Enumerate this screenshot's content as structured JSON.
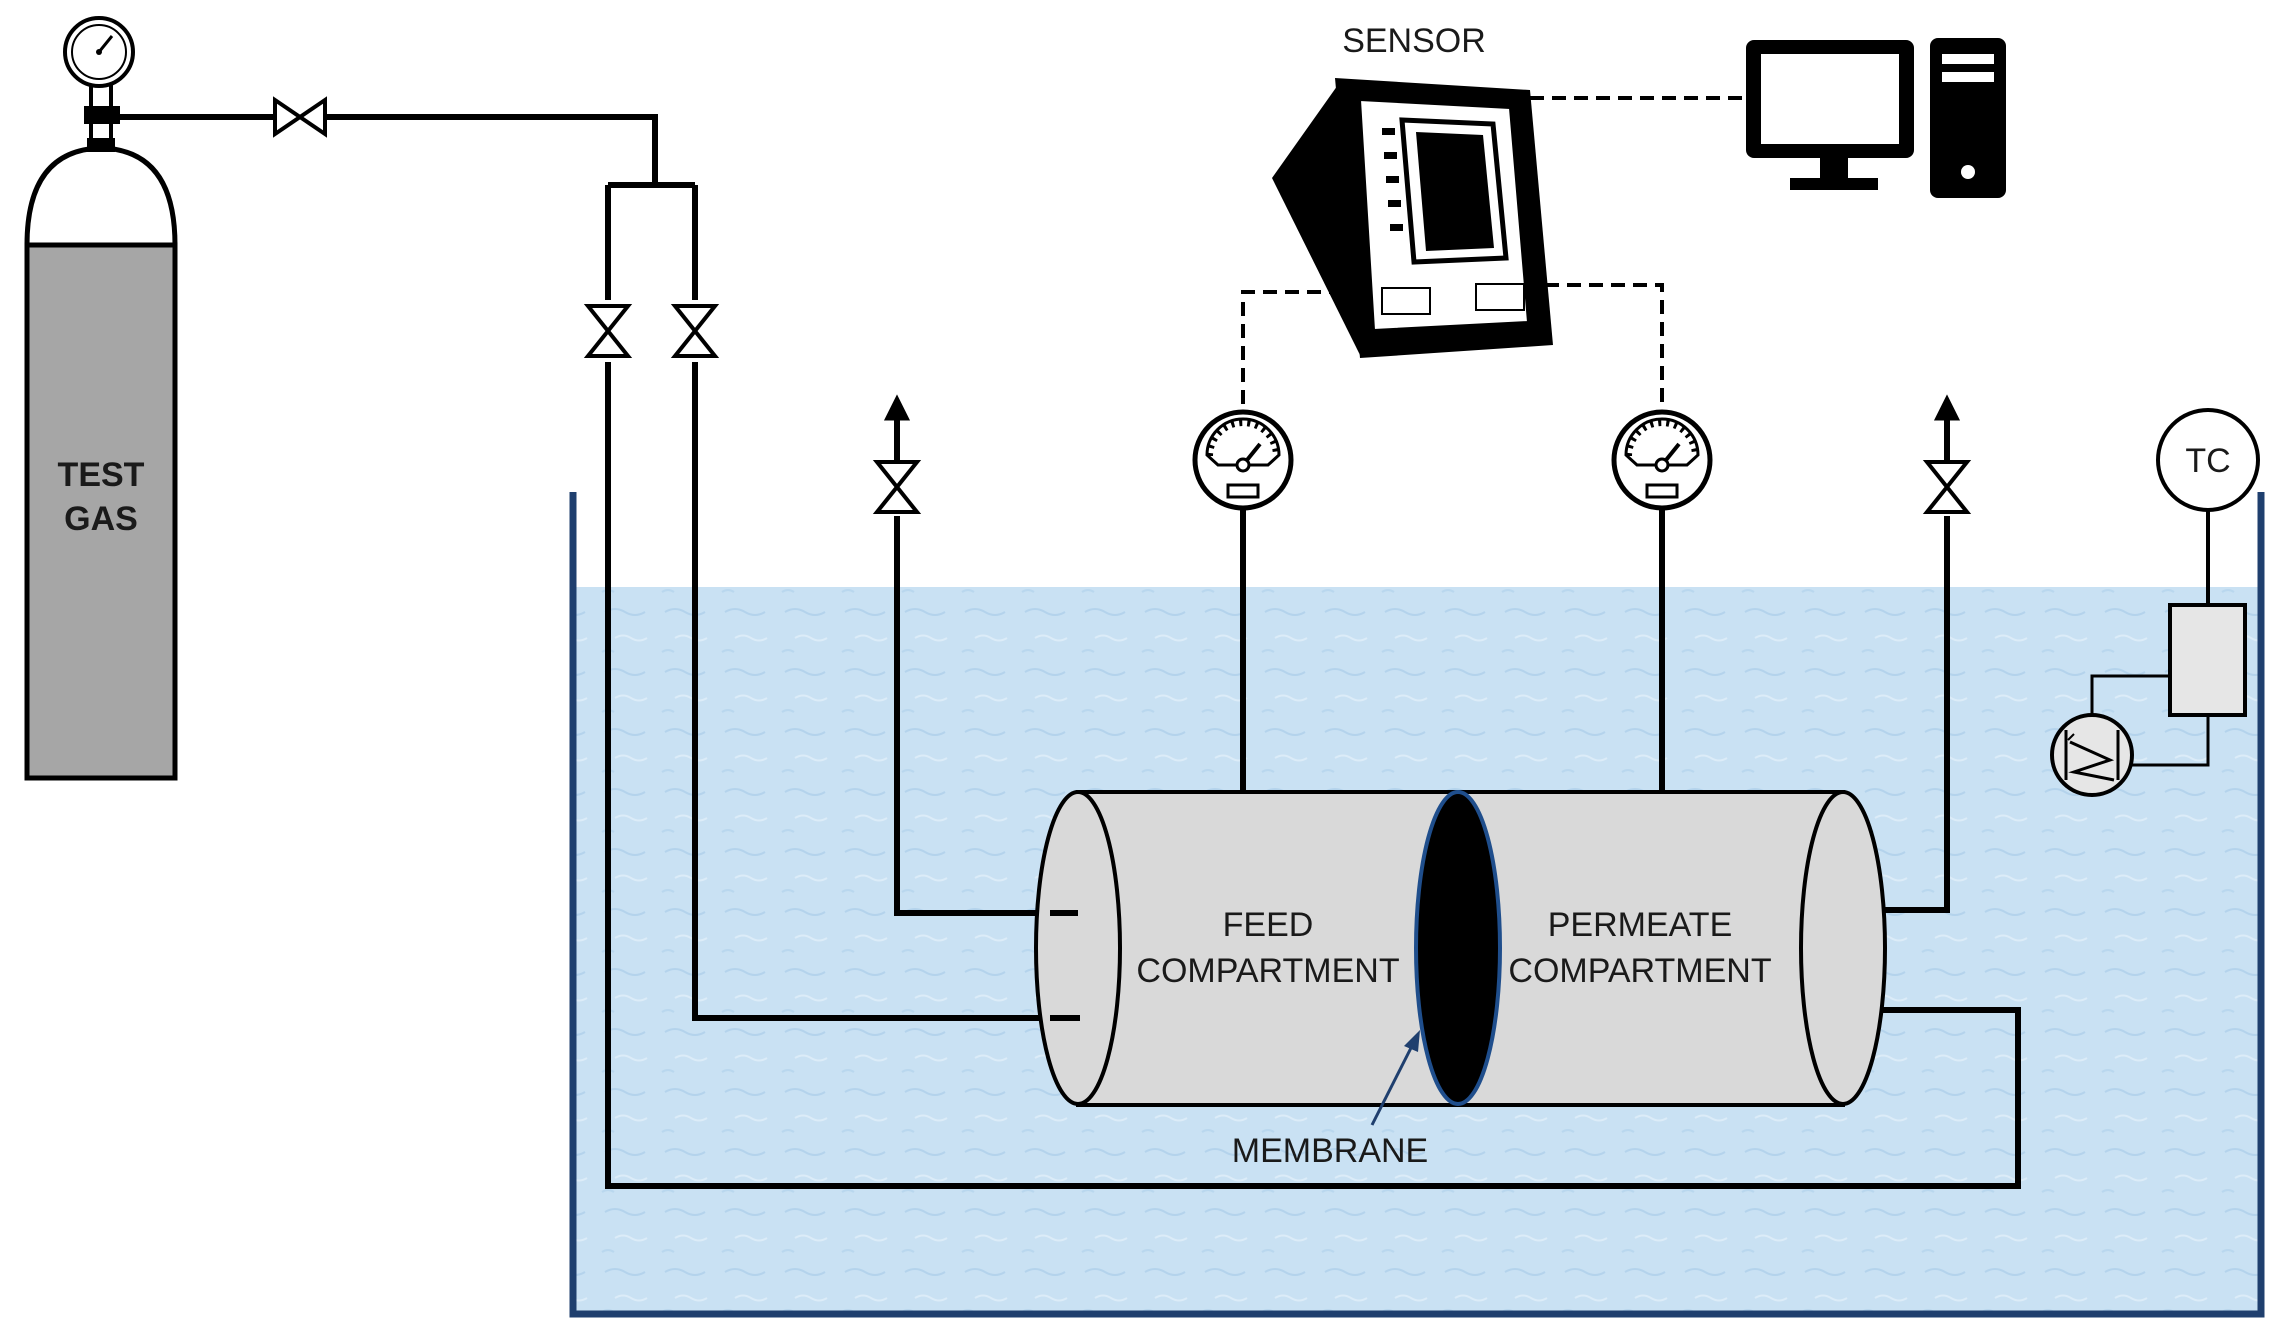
{
  "diagram": {
    "labels": {
      "test_gas_line1": "TEST",
      "test_gas_line2": "GAS",
      "sensor": "SENSOR",
      "tc": "TC",
      "feed_line1": "FEED",
      "feed_line2": "COMPARTMENT",
      "permeate_line1": "PERMEATE",
      "permeate_line2": "COMPARTMENT",
      "membrane": "MEMBRANE"
    },
    "colors": {
      "water": "#c9e1f3",
      "tank_wall": "#1f3f6e",
      "cylinder_body": "#a6a6a6",
      "cell_body": "#d9d9d9",
      "membrane": "#000000",
      "membrane_outline": "#1f4e8c",
      "pipe": "#000000"
    }
  }
}
